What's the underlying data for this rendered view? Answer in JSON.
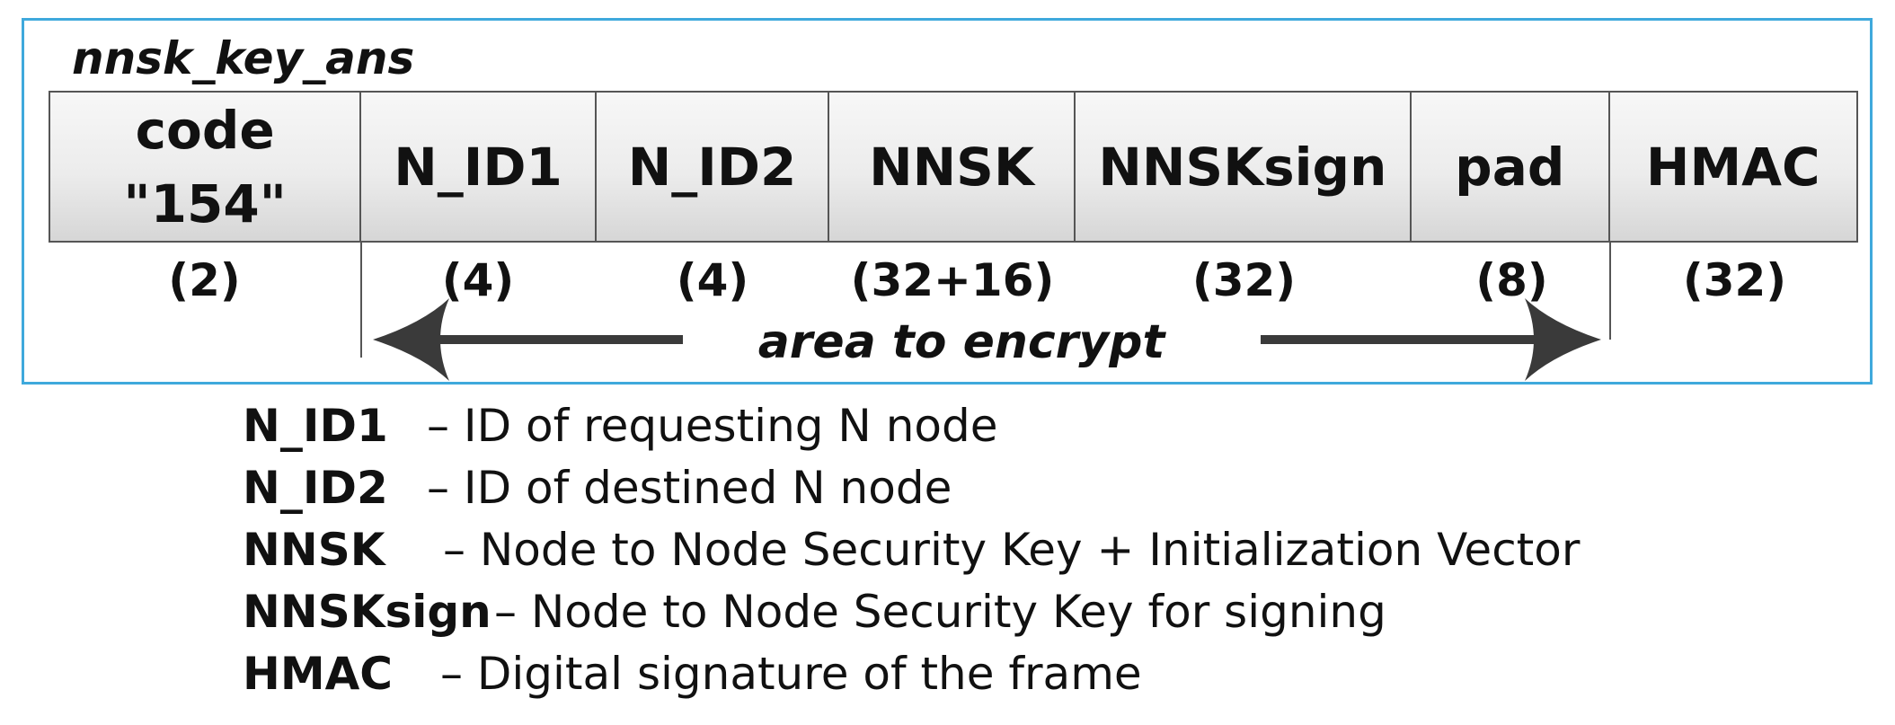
{
  "frame_title": "nnsk_key_ans",
  "fields": [
    {
      "label": "code\n\"154\"",
      "size": "(2)"
    },
    {
      "label": "N_ID1",
      "size": "(4)"
    },
    {
      "label": "N_ID2",
      "size": "(4)"
    },
    {
      "label": "NNSK",
      "size": "(32+16)"
    },
    {
      "label": "NNSKsign",
      "size": "(32)"
    },
    {
      "label": "pad",
      "size": "(8)"
    },
    {
      "label": "HMAC",
      "size": "(32)"
    }
  ],
  "encrypt_label": "area to encrypt",
  "legend": [
    {
      "term": "N_ID1",
      "desc": "– ID of requesting N node"
    },
    {
      "term": "N_ID2",
      "desc": "– ID of destined N node"
    },
    {
      "term": "NNSK",
      "desc": "– Node to Node Security Key + Initialization Vector"
    },
    {
      "term": "NNSKsign",
      "desc": "– Node to Node Security Key for signing"
    },
    {
      "term": "HMAC",
      "desc": "– Digital signature of the frame"
    }
  ],
  "colors": {
    "frame_border": "#3fa9dc",
    "cell_border": "#555555",
    "arrow": "#3a3a3a"
  }
}
